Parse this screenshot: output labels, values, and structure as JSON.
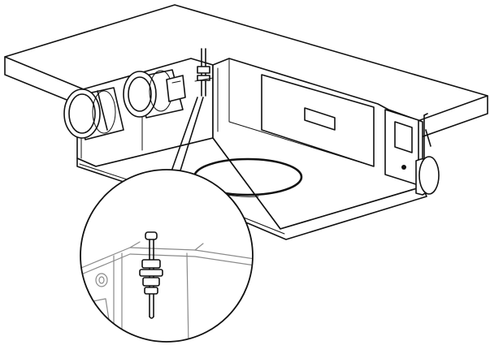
{
  "diagram": {
    "kind": "line-drawing",
    "subject": "ceiling-mounted-ventilation-unit",
    "detail_callout": "hanger-rod-mount-detail",
    "colors": {
      "line": "#111111",
      "background": "#ffffff",
      "detail_grey": "#8a8a8a"
    },
    "parts": [
      {
        "id": "ceiling-slab"
      },
      {
        "id": "unit-body"
      },
      {
        "id": "duct-collar-left"
      },
      {
        "id": "duct-collar-right"
      },
      {
        "id": "hanger-rod"
      },
      {
        "id": "front-panel"
      },
      {
        "id": "control-box"
      },
      {
        "id": "side-duct"
      },
      {
        "id": "bottom-access-ring"
      },
      {
        "id": "magnified-callout"
      }
    ]
  }
}
